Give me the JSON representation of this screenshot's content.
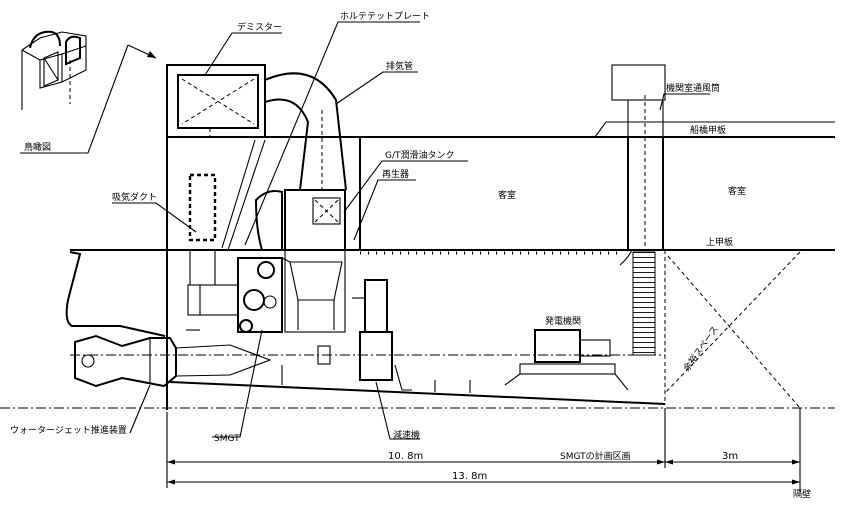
{
  "labels": {
    "demister": "デミスター",
    "vortex_plate": "ホルテテットプレート",
    "exhaust_pipe": "排気管",
    "engine_room_ventilator": "機関室通風筒",
    "bridge_deck": "船橋甲板",
    "gt_lube_oil_tank": "G/T潤滑油タンク",
    "regenerator": "再生器",
    "cabin_center": "客室",
    "cabin_right": "客室",
    "birds_eye_view": "鳥瞰図",
    "intake_duct": "吸気ダクト",
    "upper_deck": "上甲板",
    "generator": "発電機関",
    "spare_space": "余裕スペース",
    "water_jet": "ウォータージェット推進装置",
    "smgt": "SMGT",
    "reduction_gear": "減速機",
    "bulkhead": "隔壁"
  },
  "dimensions": {
    "smgt_section_length": "10. 8m",
    "smgt_section_label": "SMGTの計画区画",
    "extra_length": "3m",
    "total_length": "13. 8m"
  }
}
